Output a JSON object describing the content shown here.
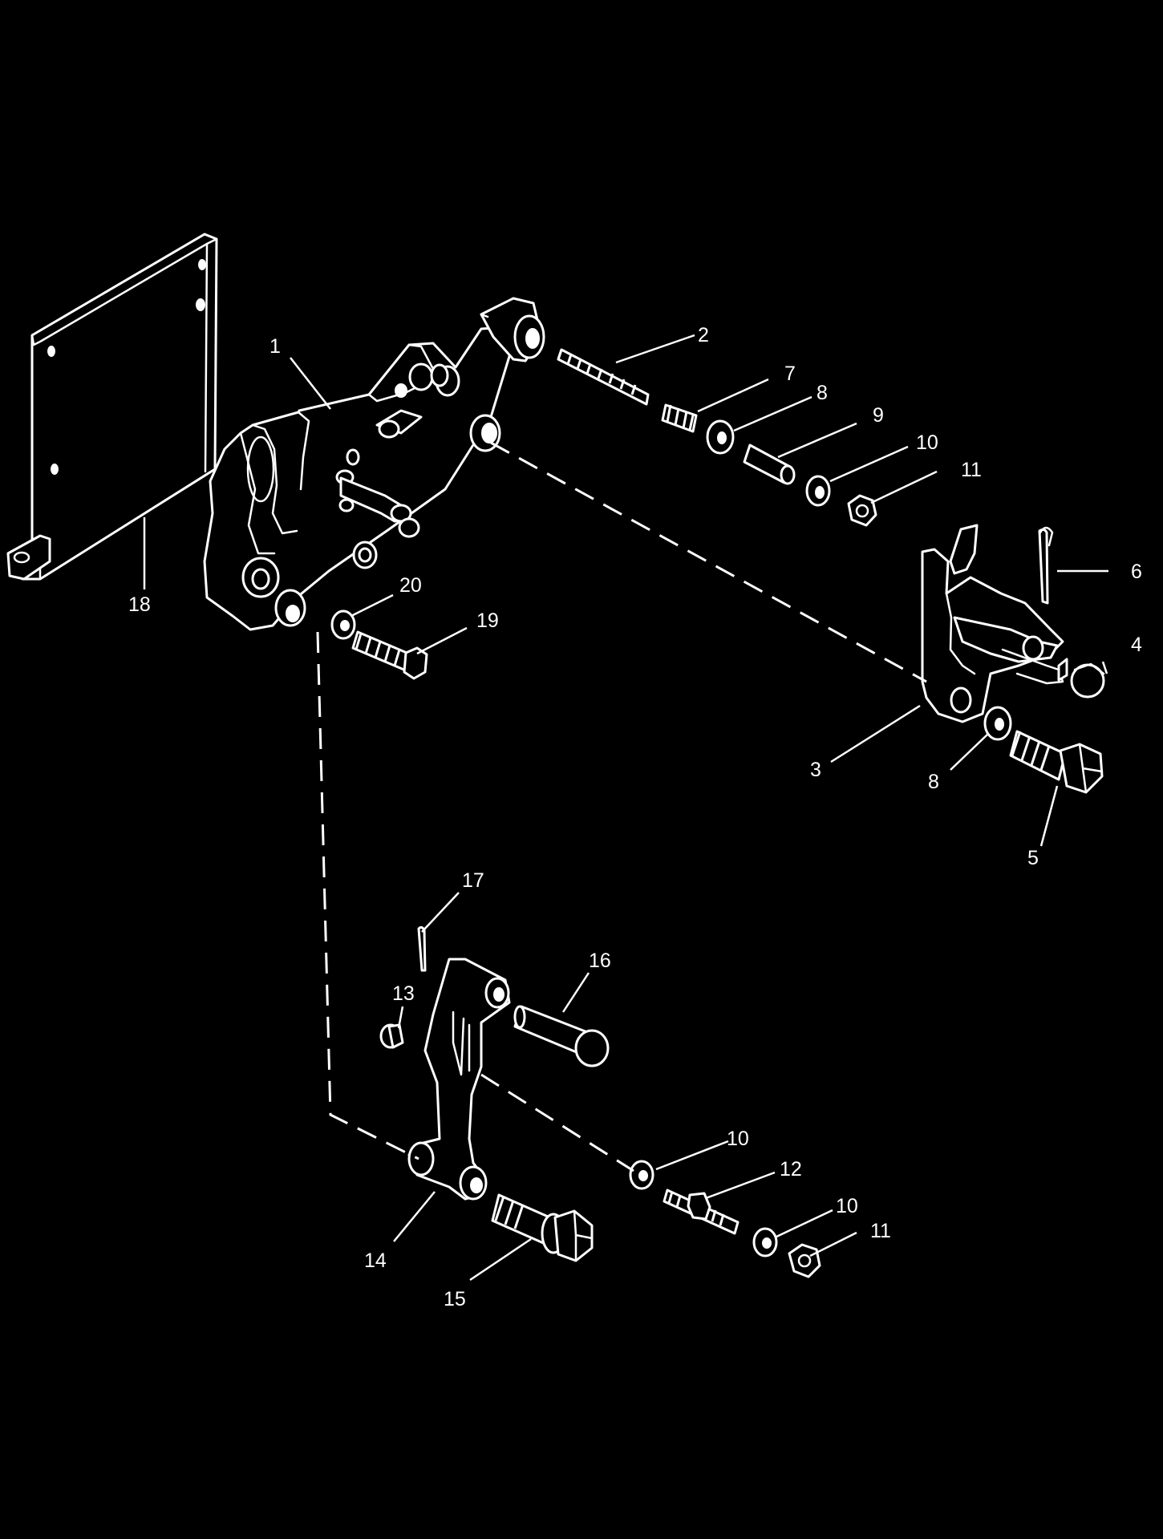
{
  "callouts": [
    {
      "id": "c1",
      "text": "1"
    },
    {
      "id": "c2",
      "text": "2"
    },
    {
      "id": "c3",
      "text": "3"
    },
    {
      "id": "c4",
      "text": "4"
    },
    {
      "id": "c5",
      "text": "5"
    },
    {
      "id": "c6",
      "text": "6"
    },
    {
      "id": "c7",
      "text": "7"
    },
    {
      "id": "c8a",
      "text": "8"
    },
    {
      "id": "c8b",
      "text": "8"
    },
    {
      "id": "c9",
      "text": "9"
    },
    {
      "id": "c10a",
      "text": "10"
    },
    {
      "id": "c10b",
      "text": "10"
    },
    {
      "id": "c10c",
      "text": "10"
    },
    {
      "id": "c11a",
      "text": "11"
    },
    {
      "id": "c11b",
      "text": "11"
    },
    {
      "id": "c12",
      "text": "12"
    },
    {
      "id": "c13",
      "text": "13"
    },
    {
      "id": "c14",
      "text": "14"
    },
    {
      "id": "c15",
      "text": "15"
    },
    {
      "id": "c16",
      "text": "16"
    },
    {
      "id": "c17",
      "text": "17"
    },
    {
      "id": "c18",
      "text": "18"
    },
    {
      "id": "c19",
      "text": "19"
    },
    {
      "id": "c20",
      "text": "20"
    }
  ],
  "colors": {
    "background": "#000000",
    "line": "#ffffff"
  }
}
